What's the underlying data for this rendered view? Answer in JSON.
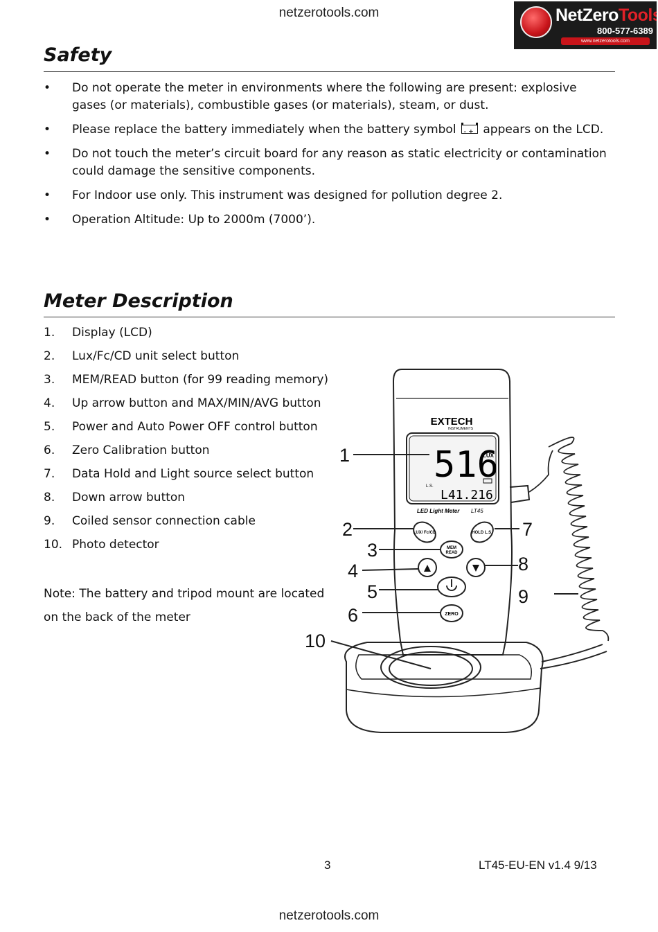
{
  "header": {
    "site": "netzerotools.com",
    "logo": {
      "brand_white": "NetZero",
      "brand_red": "Tools",
      "phone": "800-577-6389",
      "url": "www.netzerotools.com"
    }
  },
  "safety": {
    "title": "Safety",
    "items": [
      {
        "bullet": "•",
        "text": "Do not operate the meter in environments where the following are present: explosive gases (or materials), combustible gases (or materials), steam, or dust."
      },
      {
        "bullet": "•",
        "text_before": "Please replace the battery immediately when the battery symbol",
        "text_after": "appears on the LCD."
      },
      {
        "bullet": "•",
        "text": "Do not touch the meter’s circuit board for any reason as static electricity or contamination could damage the sensitive components."
      },
      {
        "bullet": "•",
        "text": "For Indoor use only. This instrument was designed for pollution degree 2."
      },
      {
        "bullet": "•",
        "text": "Operation Altitude: Up to 2000m (7000’)."
      }
    ]
  },
  "meter_description": {
    "title": "Meter Description",
    "items": [
      {
        "num": "1.",
        "text": "Display (LCD)"
      },
      {
        "num": "2.",
        "text": "Lux/Fc/CD unit select button"
      },
      {
        "num": "3.",
        "text": "MEM/READ button (for 99 reading memory)"
      },
      {
        "num": "4.",
        "text": "Up arrow button and MAX/MIN/AVG button"
      },
      {
        "num": "5.",
        "text": "Power and Auto Power OFF control button"
      },
      {
        "num": "6.",
        "text": "Zero Calibration button"
      },
      {
        "num": "7.",
        "text": "Data Hold and Light source select button"
      },
      {
        "num": "8.",
        "text": "Down arrow button"
      },
      {
        "num": "9.",
        "text": "Coiled sensor connection cable"
      },
      {
        "num": "10.",
        "text": "Photo detector"
      }
    ],
    "note_line1": "Note: The battery and tripod mount are located",
    "note_line2": "on the back of the meter"
  },
  "illustration": {
    "brand": "EXTECH",
    "brand_sub": "INSTRUMENTS",
    "reading": "516",
    "unit": "LUX",
    "ls_label": "L.S.",
    "sub_reading": "L41.216",
    "model_label": "LED Light Meter",
    "model": "LT45",
    "btn_lux": "LUX/ Fc/CD",
    "btn_hold": "HOLD L.S.",
    "btn_mem": "MEM",
    "btn_read": "READ",
    "btn_zero": "ZERO",
    "callouts": [
      "1",
      "2",
      "3",
      "4",
      "5",
      "6",
      "7",
      "8",
      "9",
      "10"
    ]
  },
  "footer": {
    "page": "3",
    "doc": "LT45-EU-EN v1.4   9/13",
    "site": "netzerotools.com"
  }
}
